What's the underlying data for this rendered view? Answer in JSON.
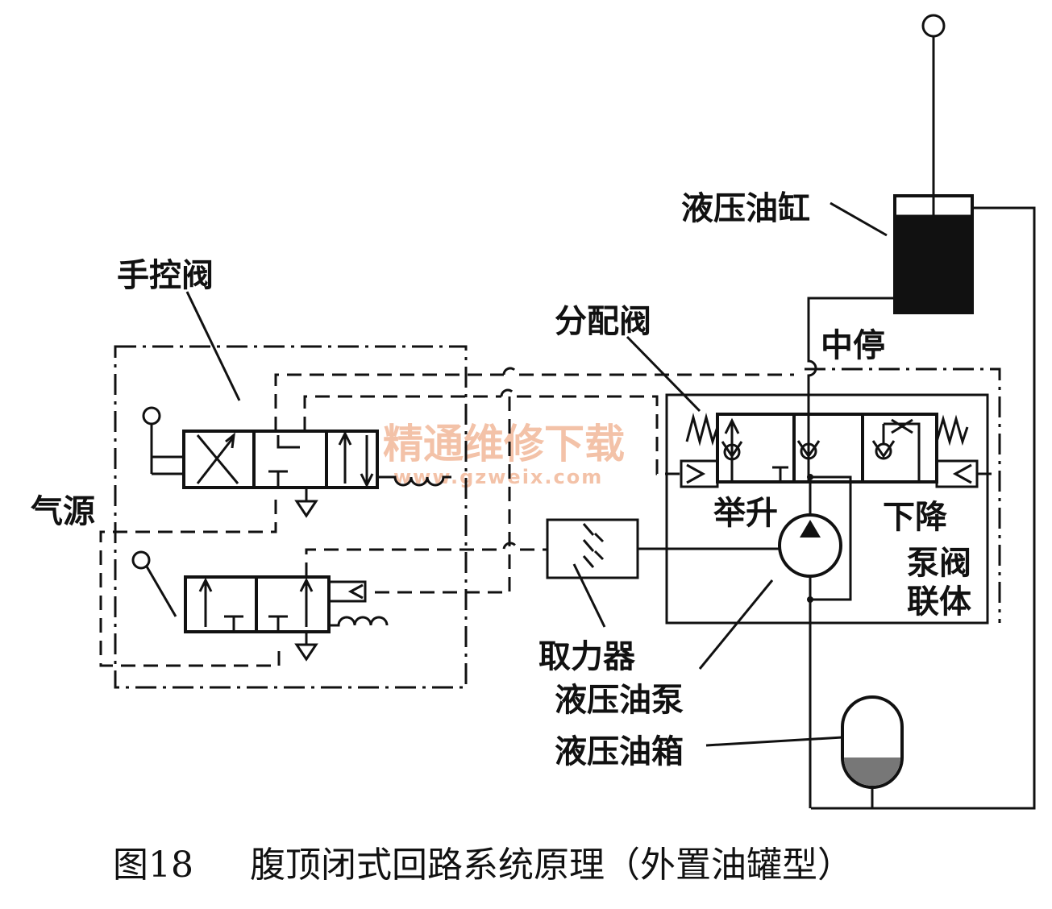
{
  "labels": {
    "hydraulic_cylinder": "液压油缸",
    "manual_valve": "手控阀",
    "distribution_valve": "分配阀",
    "mid_stop": "中停",
    "air_source": "气源",
    "lift": "举升",
    "lower": "下降",
    "pump_valve_unit_line1": "泵阀",
    "pump_valve_unit_line2": "联体",
    "power_takeoff": "取力器",
    "hydraulic_pump": "液压油泵",
    "oil_tank": "液压油箱"
  },
  "caption": {
    "figure_no": "图18",
    "title": "腹顶闭式回路系统原理（外置油罐型）"
  },
  "watermark": {
    "text": "精通维修下载",
    "url": "www.gzweix.com",
    "color": "#f2b89a"
  },
  "colors": {
    "ink": "#111111",
    "background": "#ffffff"
  }
}
